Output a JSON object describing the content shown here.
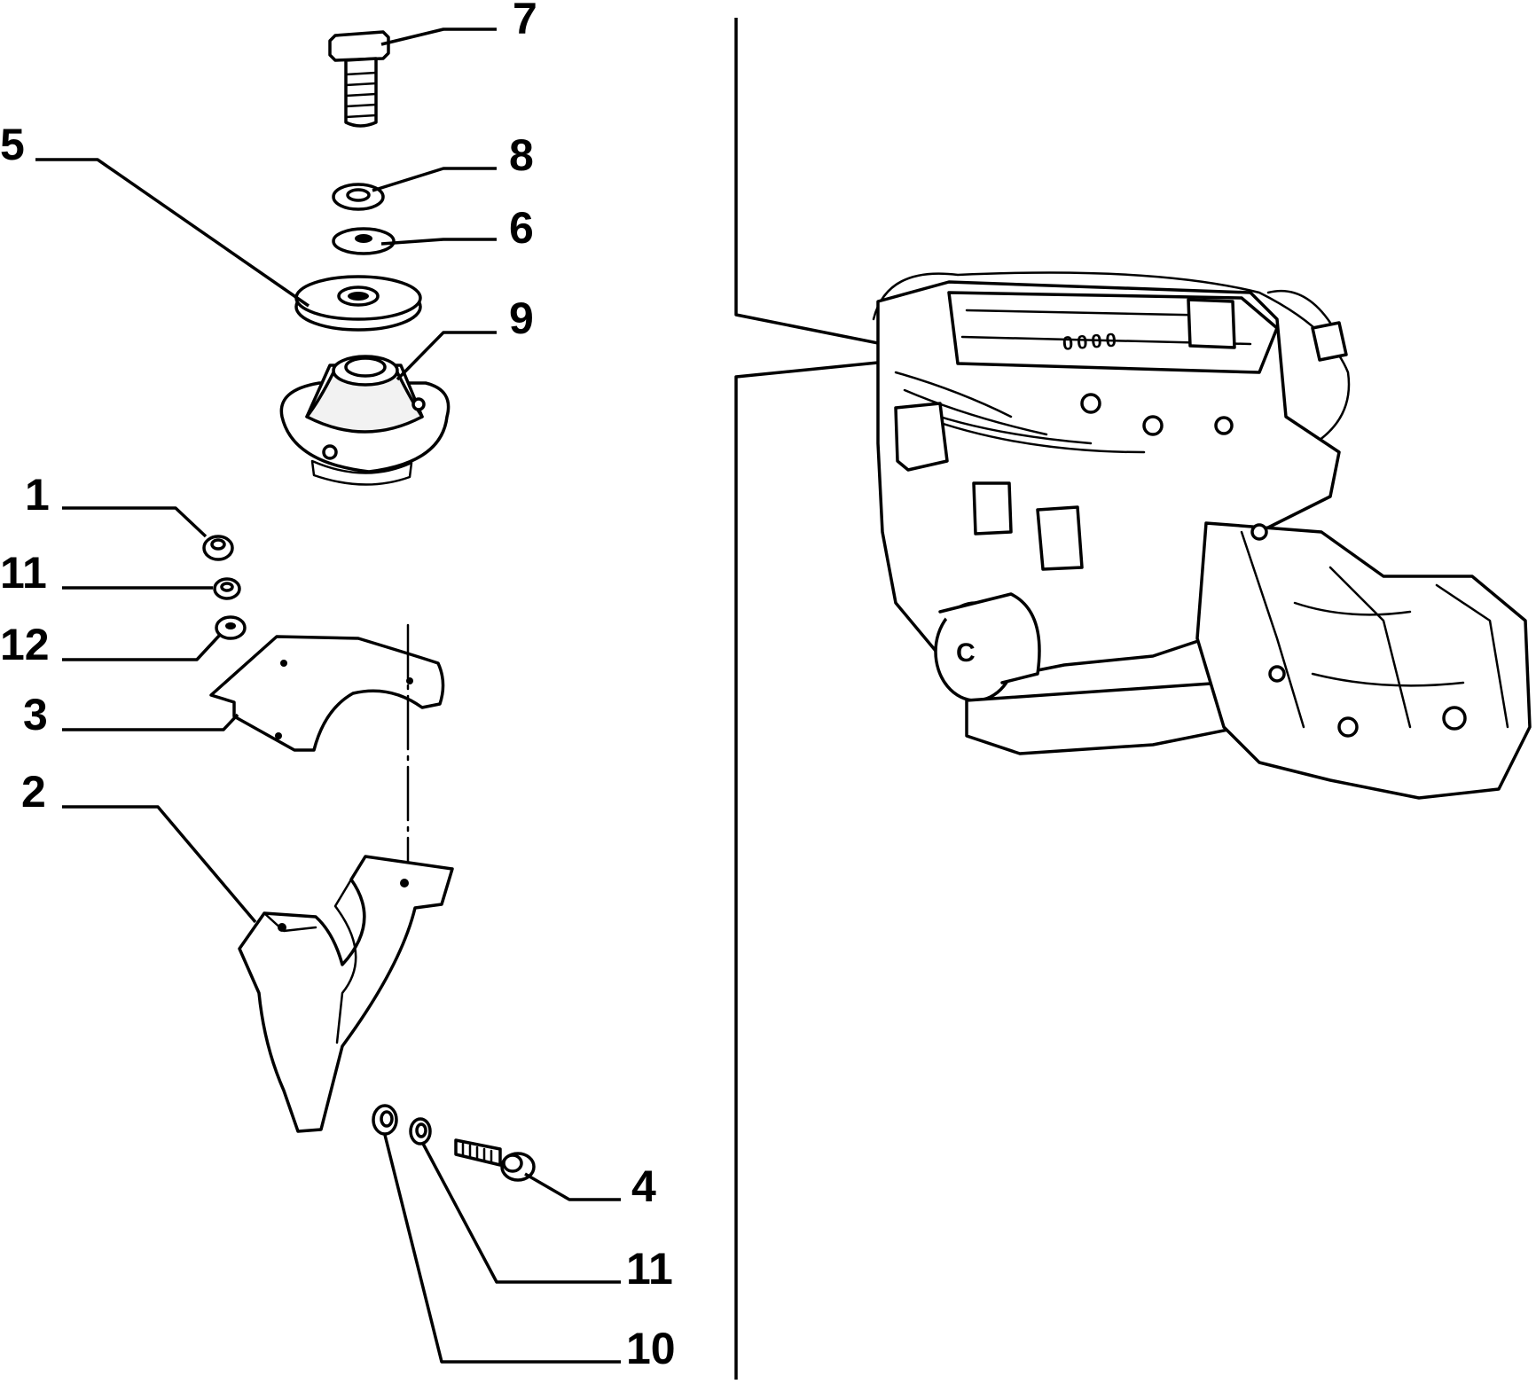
{
  "diagram": {
    "callouts": [
      {
        "id": "c7",
        "label": "7"
      },
      {
        "id": "c5",
        "label": "5"
      },
      {
        "id": "c8",
        "label": "8"
      },
      {
        "id": "c6",
        "label": "6"
      },
      {
        "id": "c9",
        "label": "9"
      },
      {
        "id": "c1",
        "label": "1"
      },
      {
        "id": "c11a",
        "label": "11"
      },
      {
        "id": "c12",
        "label": "12"
      },
      {
        "id": "c3",
        "label": "3"
      },
      {
        "id": "c2",
        "label": "2"
      },
      {
        "id": "c4",
        "label": "4"
      },
      {
        "id": "c11b",
        "label": "11"
      },
      {
        "id": "c10",
        "label": "10"
      }
    ],
    "engine_label": "0000",
    "stroke_color": "#000000",
    "background_color": "#ffffff"
  }
}
